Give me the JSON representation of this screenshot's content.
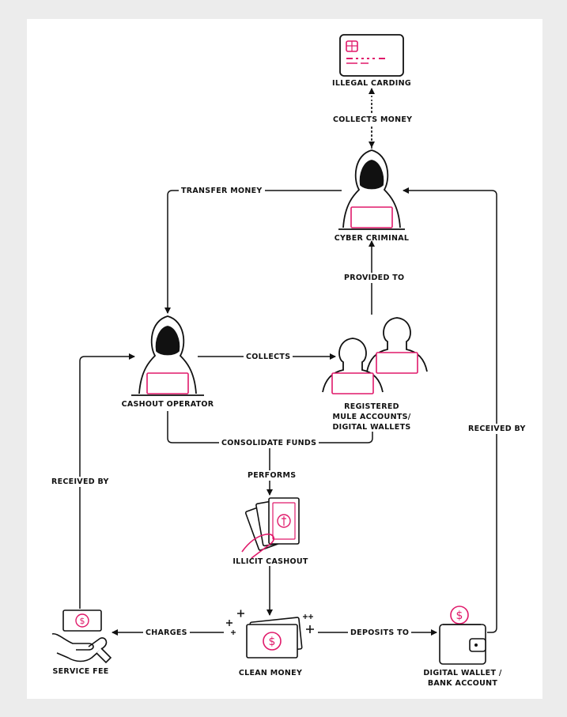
{
  "colors": {
    "stroke": "#111111",
    "accent": "#e0196a",
    "background": "#ececec",
    "panel": "#ffffff"
  },
  "nodes": {
    "illegal_carding": "ILLEGAL CARDING",
    "cyber_criminal": "CYBER CRIMINAL",
    "cashout_operator": "CASHOUT OPERATOR",
    "mule_accounts": [
      "REGISTERED",
      "MULE ACCOUNTS/",
      "DIGITAL WALLETS"
    ],
    "illicit_cashout": "ILLICIT CASHOUT",
    "service_fee": "SERVICE FEE",
    "clean_money": "CLEAN MONEY",
    "digital_wallet": [
      "DIGITAL WALLET /",
      "BANK ACCOUNT"
    ]
  },
  "edges": {
    "collects_money": "COLLECTS MONEY",
    "transfer_money": "TRANSFER MONEY",
    "provided_to": "PROVIDED TO",
    "collects": "COLLECTS",
    "consolidate_funds": "CONSOLIDATE FUNDS",
    "performs": "PERFORMS",
    "received_by_left": "RECEIVED BY",
    "received_by_right": "RECEIVED BY",
    "charges": "CHARGES",
    "deposits_to": "DEPOSITS TO"
  },
  "icons": {
    "card": "credit-card-icon",
    "hacker": "hooded-hacker-icon",
    "mule": "people-laptop-icon",
    "cash": "cash-bundle-icon",
    "fee": "hand-cash-icon",
    "money": "banknote-icon",
    "wallet": "wallet-icon"
  }
}
